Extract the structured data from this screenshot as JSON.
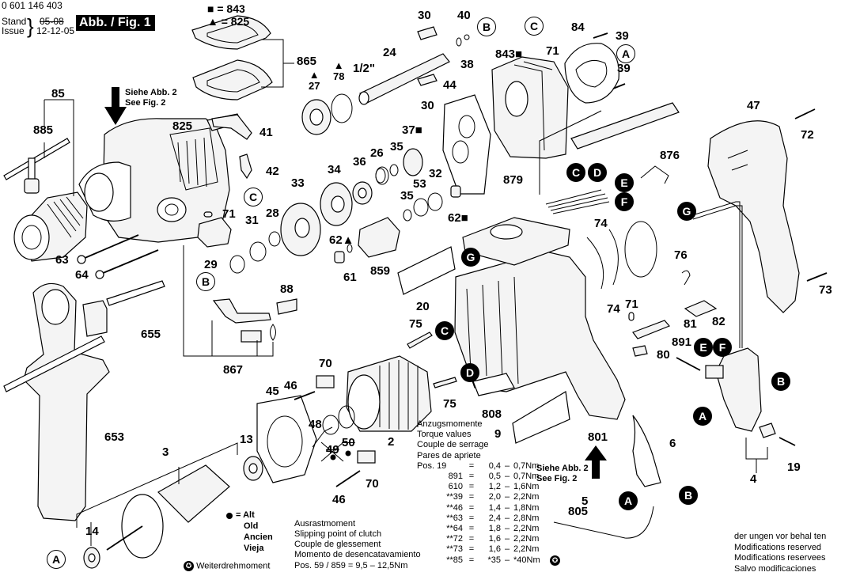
{
  "header": {
    "part_number": "0 601 146 403",
    "stand_label": "Stand",
    "issue_label": "Issue",
    "old_date": "05-08",
    "new_date": "12-12-05",
    "figure_label": "Abb. / Fig. 1"
  },
  "legend_top": {
    "square_eq": "■ = 843",
    "triangle_eq": "▲ = 825"
  },
  "see_fig_top": {
    "line1": "Siehe Abb. 2",
    "line2": "See Fig. 2"
  },
  "see_fig_bottom": {
    "line1": "Siehe Abb. 2",
    "line2": "See Fig. 2"
  },
  "part_labels": {
    "p30a": "30",
    "p40": "40",
    "p24": "24",
    "p38": "38",
    "p30b": "30",
    "p44": "44",
    "p843": "843■",
    "p71a": "71",
    "p84": "84",
    "p39a": "39",
    "p39b": "39",
    "p865": "865",
    "p27": "▲\n27",
    "p78": "▲\n78",
    "p12": "1/2\"",
    "p85": "85",
    "p885": "885",
    "p825": "825",
    "p41": "41",
    "p42": "42",
    "p37": "37■",
    "p35a": "35",
    "p26": "26",
    "p36": "36",
    "p34": "34",
    "p33": "33",
    "p32": "32",
    "p53": "53",
    "p35b": "35",
    "p62a": "62■",
    "p62b": "62▲",
    "p61": "61",
    "p859": "859",
    "p71b": "71",
    "p31": "31",
    "p28": "28",
    "p29": "29",
    "p63": "63",
    "p64": "64",
    "p879": "879",
    "p876": "876",
    "p47": "47",
    "p72": "72",
    "p73": "73",
    "p74a": "74",
    "p74b": "74",
    "p76": "76",
    "p71c": "71",
    "p81": "81",
    "p82": "82",
    "p80": "80",
    "p891": "891",
    "p20": "20",
    "p88": "88",
    "p867": "867",
    "p655": "655",
    "p653": "653",
    "p75a": "75",
    "p75b": "75",
    "p70a": "70",
    "p70b": "70",
    "p46a": "46",
    "p46b": "46",
    "p45": "45",
    "p48": "48",
    "p49": "49",
    "p50": "50",
    "p2": "2",
    "p13": "13",
    "p3": "3",
    "p14": "14",
    "p808": "808",
    "p9": "9",
    "p801": "801",
    "p6": "6",
    "p5": "5",
    "p805": "805",
    "p4": "4",
    "p19": "19"
  },
  "connector_markers": {
    "B_top": "B",
    "C_top": "C",
    "A_top": "A",
    "C_left": "C",
    "B_left": "B",
    "C_dark1": "C",
    "D_dark1": "D",
    "E_dark1": "E",
    "F_dark1": "F",
    "G_dark1": "G",
    "G_dark2": "G",
    "C_dark2": "C",
    "D_dark2": "D",
    "E_dark2": "E",
    "F_dark2": "F",
    "B_dark": "B",
    "A_dark": "A",
    "A_dark2": "A",
    "B_dark2": "B",
    "A_bottom": "A"
  },
  "legend_bottom": {
    "dot_eq": "= Alt",
    "lines": [
      "Old",
      "Ancien",
      "Vieja"
    ],
    "star_note": "Weiterdrehmoment"
  },
  "torque": {
    "title_lines": [
      "Anzugsmomente",
      "Torque values",
      "Couple de serrage",
      "Pares de apriete"
    ],
    "rows": [
      {
        "pos": "Pos.  19",
        "eq": "=",
        "min": "0,4",
        "max": "0,7Nm"
      },
      {
        "pos": "891",
        "eq": "=",
        "min": "0,5",
        "max": "0,7Nm"
      },
      {
        "pos": "610",
        "eq": "=",
        "min": "1,2",
        "max": "1,6Nm"
      },
      {
        "pos": "**39",
        "eq": "=",
        "min": "2,0",
        "max": "2,2Nm"
      },
      {
        "pos": "**46",
        "eq": "=",
        "min": "1,4",
        "max": "1,8Nm"
      },
      {
        "pos": "**63",
        "eq": "=",
        "min": "2,4",
        "max": "2,8Nm"
      },
      {
        "pos": "**64",
        "eq": "=",
        "min": "1,8",
        "max": "2,2Nm"
      },
      {
        "pos": "**72",
        "eq": "=",
        "min": "1,6",
        "max": "2,2Nm"
      },
      {
        "pos": "**73",
        "eq": "=",
        "min": "1,6",
        "max": "2,2Nm"
      },
      {
        "pos": "**85",
        "eq": "=",
        "min": "*35",
        "max": "*40Nm"
      }
    ]
  },
  "slipping": {
    "lines": [
      "Ausrastmoment",
      "Slipping point of clutch",
      "Couple de glessement",
      "Momento de desencatavamiento"
    ],
    "value": "Pos.  59 / 859  =   9,5  –  12,5Nm"
  },
  "modifications": [
    "der ungen  vor behal ten",
    "Modifications reserved",
    "Modifications reservees",
    "Salvo modificaciones"
  ]
}
